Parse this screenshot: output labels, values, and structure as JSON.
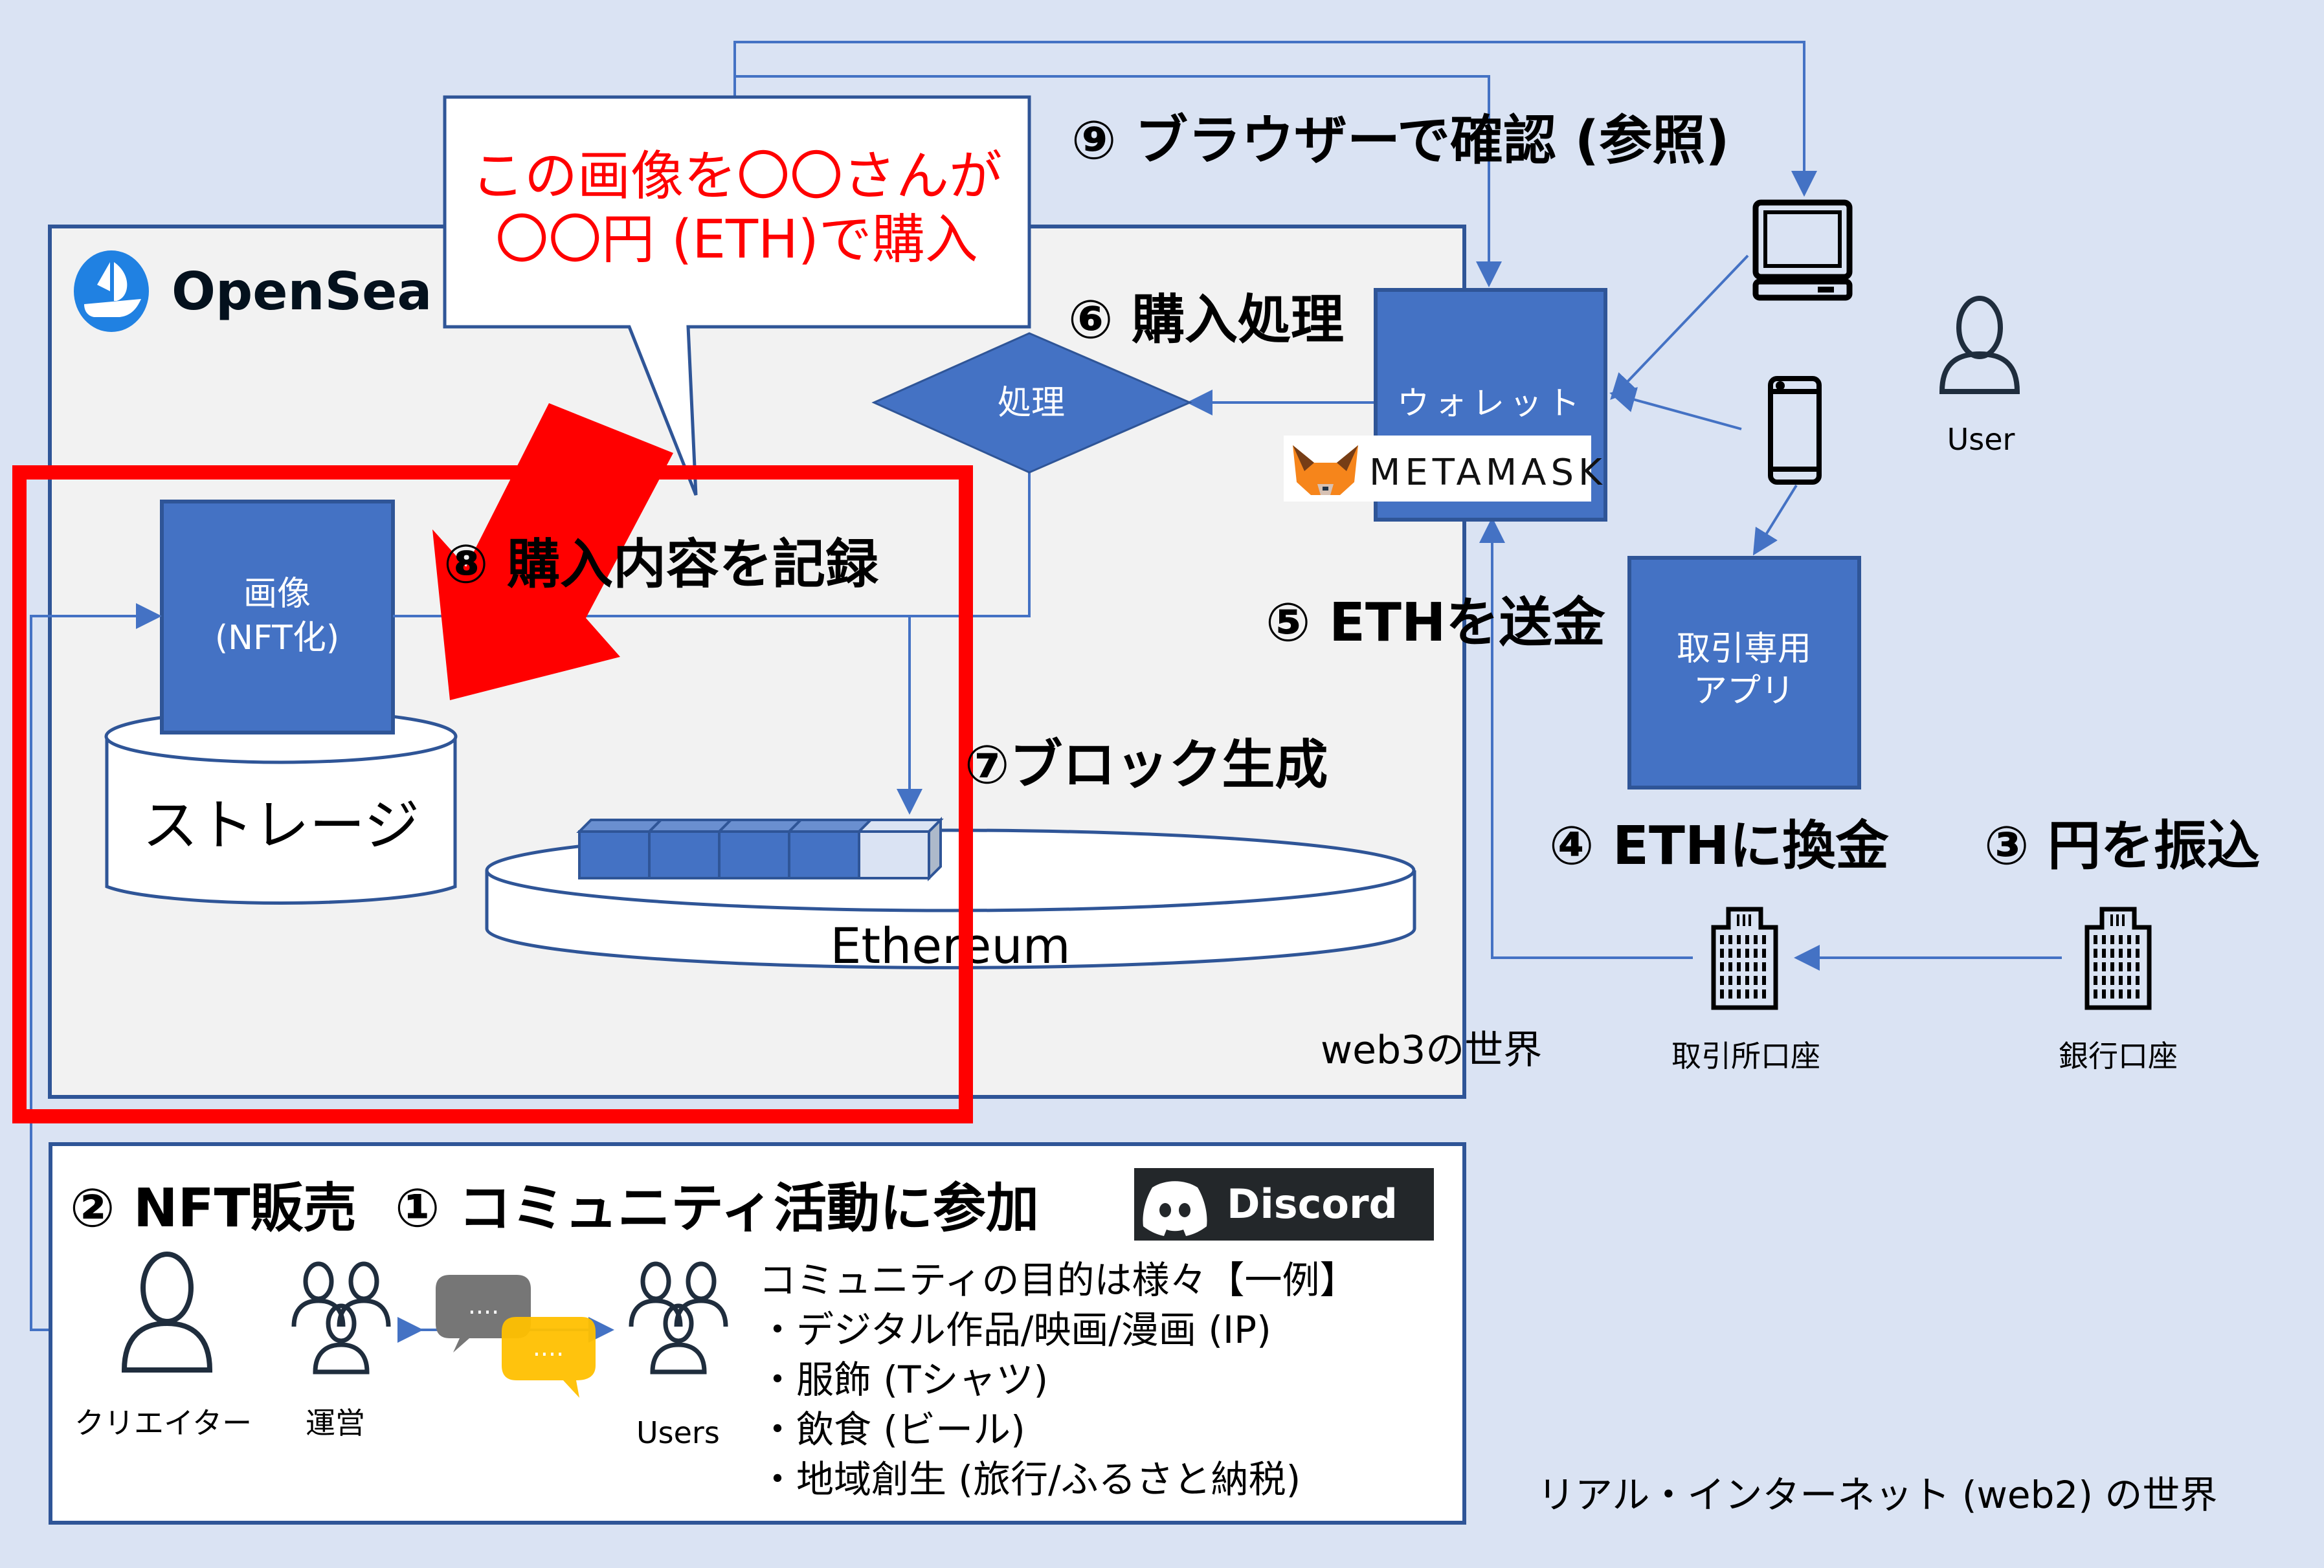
{
  "colors": {
    "background": "#dae3f3",
    "panel": "#f2f2f2",
    "panel_border": "#2f5597",
    "box_fill": "#4472c4",
    "box_border": "#2f5597",
    "connector": "#4472c4",
    "highlight_red": "#ff0000",
    "callout_text": "#ff0000",
    "opensea_blue": "#2081e2",
    "discord_bg": "#23272a",
    "chat_gray": "#767676",
    "chat_yellow": "#ffc000",
    "icon_stroke": "#1f2d3d"
  },
  "callout": {
    "line1": "この画像を〇〇さんが",
    "line2": "〇〇円 (ETH)で購入"
  },
  "web3_panel": {
    "logo_text": "OpenSea",
    "caption": "web3の世界"
  },
  "nodes": {
    "nft_image": {
      "line1": "画像",
      "line2": "(NFT化)"
    },
    "storage": "ストレージ",
    "ethereum": "Ethereum",
    "process": "処理",
    "wallet": "ウォレット",
    "metamask": "METAMASK",
    "exchange_app": {
      "line1": "取引専用",
      "line2": "アプリ"
    },
    "user": "User",
    "exchange_account": "取引所口座",
    "bank_account": "銀行口座"
  },
  "steps": {
    "s1": "① コミュニティ活動に参加",
    "s2": "② NFT販売",
    "s3": "③ 円を振込",
    "s4": "④ ETHに換金",
    "s5": "⑤ ETHを送金",
    "s6": "⑥ 購入処理",
    "s7": "⑦ブロック生成",
    "s8": "⑧ 購入内容を記録",
    "s9": "⑨ ブラウザーで確認 (参照)"
  },
  "blocks": {
    "filled": 4,
    "pending": 1
  },
  "community_panel": {
    "discord_label": "Discord",
    "creator_label": "クリエイター",
    "operator_label": "運営",
    "users_label": "Users",
    "chat_dots": "....",
    "list_title": "コミュニティの目的は様々【一例】",
    "items": [
      "・デジタル作品/映画/漫画 (IP)",
      "・服飾 (Tシャツ)",
      "・飲食 (ビール)",
      "・地域創生 (旅行/ふるさと納税)"
    ]
  },
  "web2_caption": "リアル・インターネット (web2) の世界"
}
